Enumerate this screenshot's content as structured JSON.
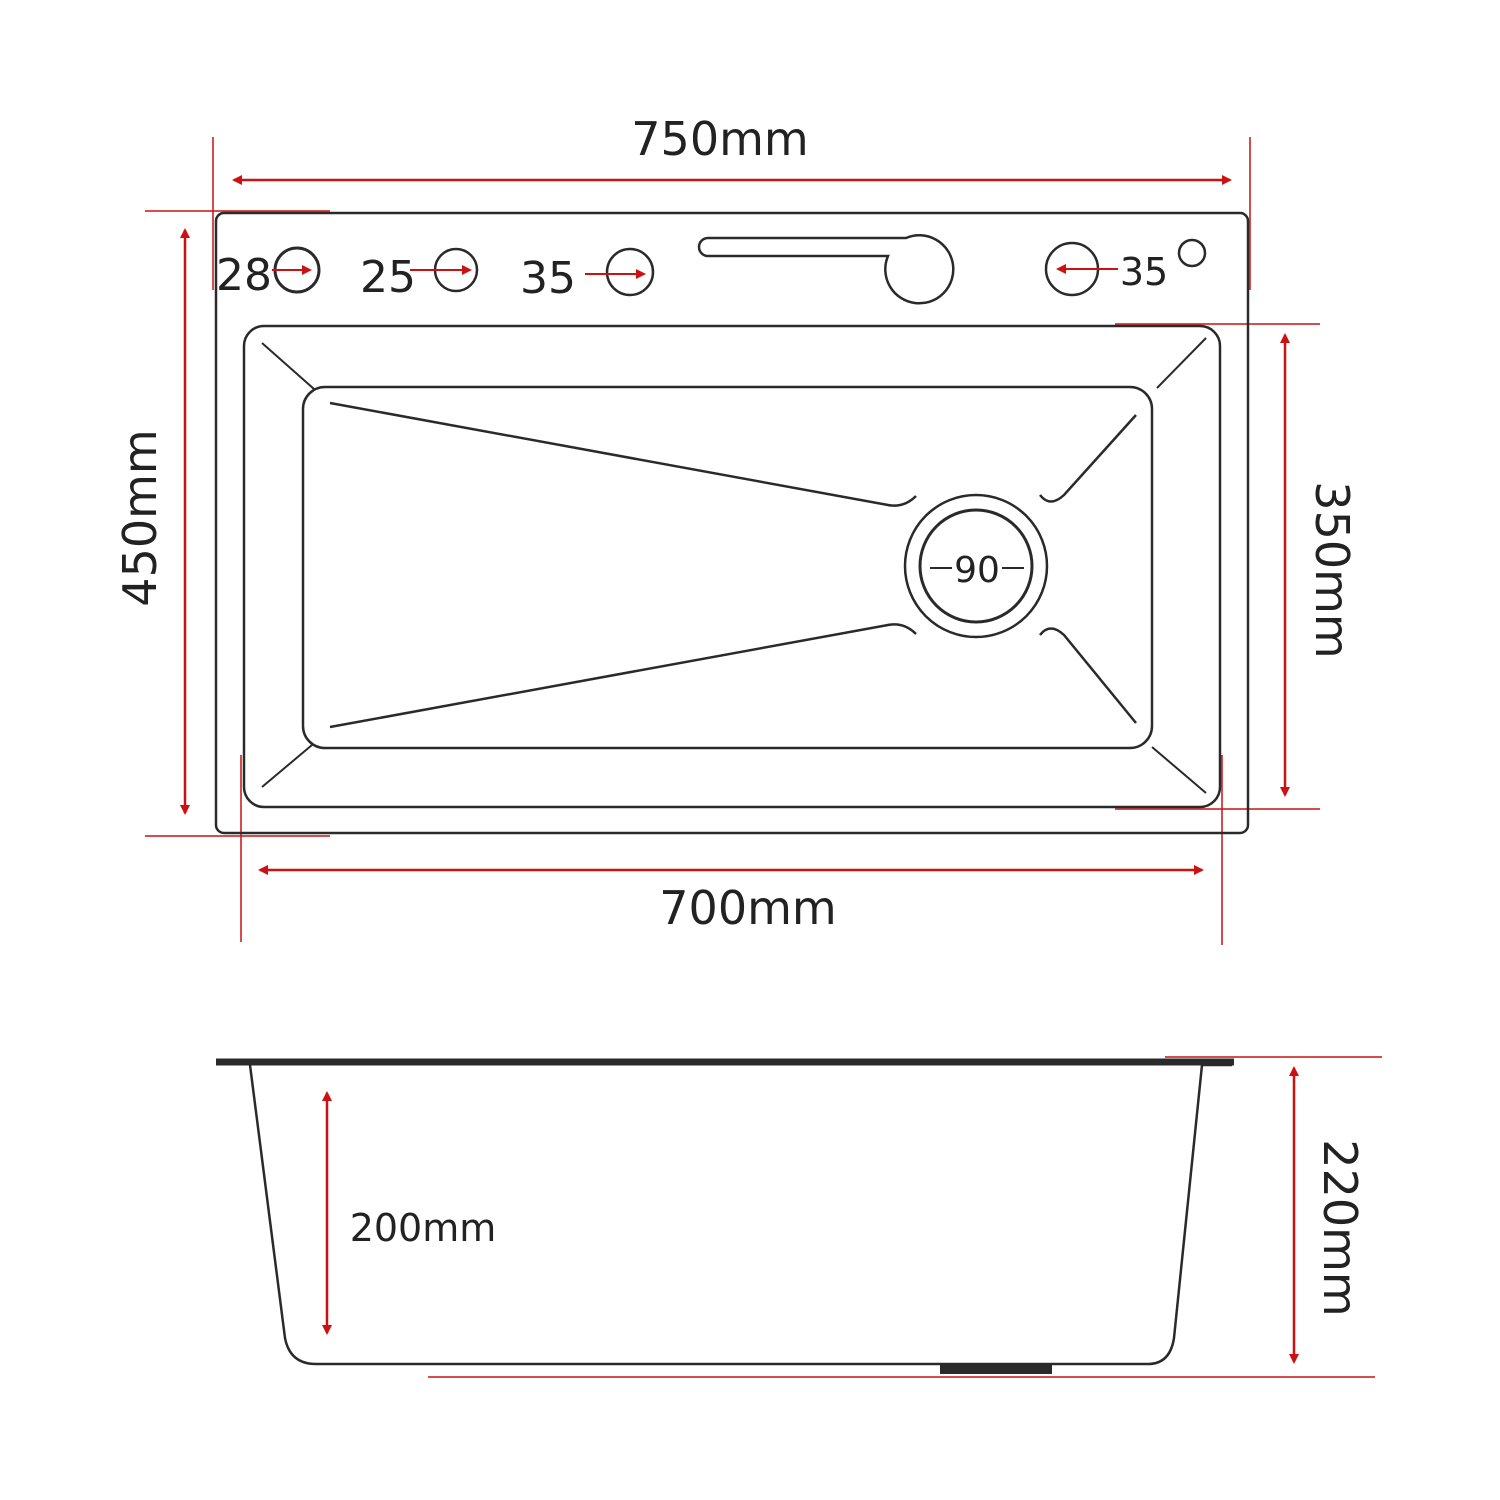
{
  "colors": {
    "outline": "#2a2a2a",
    "dimension": "#cc1111",
    "background": "#ffffff"
  },
  "top_view": {
    "overall_width": "750mm",
    "overall_depth": "450mm",
    "bowl_width": "700mm",
    "bowl_depth": "350mm",
    "holes": {
      "hole_1": "28",
      "hole_2": "25",
      "hole_3": "35",
      "hole_4": "35"
    },
    "drain": "90"
  },
  "side_view": {
    "bowl_depth": "200mm",
    "total_height": "220mm"
  }
}
